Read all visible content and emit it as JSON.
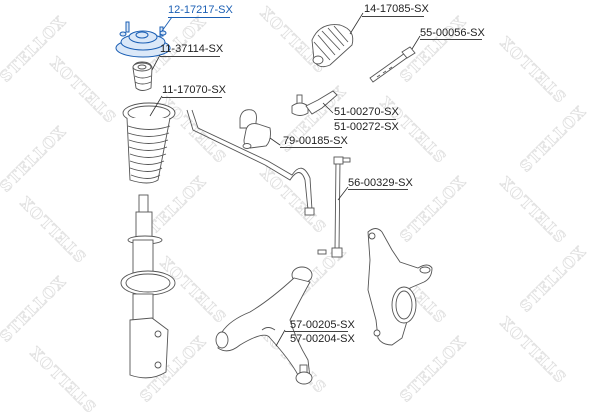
{
  "diagram": {
    "brand_watermark": "STELLOX",
    "accent_color": "#1b5fb4",
    "text_color": "#222222",
    "parts": [
      {
        "id": "top-mount",
        "part_number": "12-17217-SX",
        "description": "strut top mount",
        "highlighted": true
      },
      {
        "id": "bump-stop",
        "part_number": "11-37114-SX",
        "description": "bump stop"
      },
      {
        "id": "dust-boot",
        "part_number": "11-17070-SX",
        "description": "strut dust boot"
      },
      {
        "id": "steering-boot",
        "part_number": "14-17085-SX",
        "description": "steering rack boot"
      },
      {
        "id": "inner-tie-rod",
        "part_number": "55-00056-SX",
        "description": "inner tie rod"
      },
      {
        "id": "tie-rod-end",
        "part_numbers": [
          "51-00270-SX",
          "51-00272-SX"
        ],
        "description": "tie rod end"
      },
      {
        "id": "stabilizer-bushing",
        "part_number": "79-00185-SX",
        "description": "stabilizer bar bushing"
      },
      {
        "id": "stabilizer-link",
        "part_number": "56-00329-SX",
        "description": "stabilizer link"
      },
      {
        "id": "control-arm",
        "part_numbers": [
          "57-00205-SX",
          "57-00204-SX"
        ],
        "description": "lower control arm"
      }
    ]
  }
}
